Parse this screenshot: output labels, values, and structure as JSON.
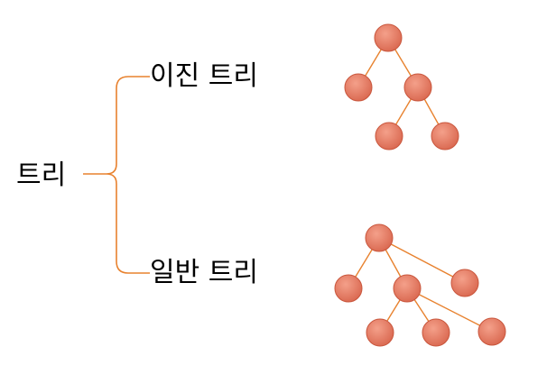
{
  "labels": {
    "root": "트리",
    "binary": "이진 트리",
    "general": "일반 트리"
  },
  "colors": {
    "line": "#e8822f",
    "node_fill_light": "#f4a08a",
    "node_fill_dark": "#d9674f",
    "node_stroke": "#c9563c",
    "text": "#000000"
  },
  "trees": {
    "binary": {
      "nodes": [
        "root",
        "left",
        "right",
        "right-left",
        "right-right"
      ],
      "edges": [
        [
          "root",
          "left"
        ],
        [
          "root",
          "right"
        ],
        [
          "right",
          "right-left"
        ],
        [
          "right",
          "right-right"
        ]
      ]
    },
    "general": {
      "nodes": [
        "root",
        "child-1",
        "child-2",
        "child-3",
        "grandchild-1",
        "grandchild-2",
        "grandchild-3"
      ],
      "edges": [
        [
          "root",
          "child-1"
        ],
        [
          "root",
          "child-2"
        ],
        [
          "root",
          "child-3"
        ],
        [
          "child-2",
          "grandchild-1"
        ],
        [
          "child-2",
          "grandchild-2"
        ],
        [
          "child-2",
          "grandchild-3"
        ]
      ]
    }
  }
}
